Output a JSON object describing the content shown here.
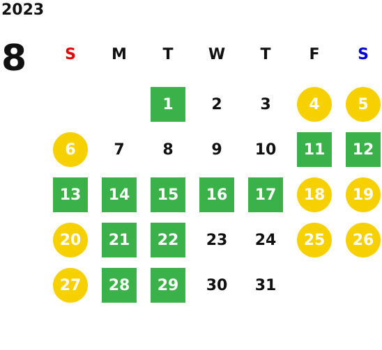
{
  "calendar": {
    "year": "2023",
    "month": "8",
    "weekdays": [
      "S",
      "M",
      "T",
      "W",
      "T",
      "F",
      "S"
    ],
    "weekday_colors": [
      "#e60000",
      "#111111",
      "#111111",
      "#111111",
      "#111111",
      "#111111",
      "#0000dd"
    ],
    "legend_colors": {
      "green": "#3bb14a",
      "yellow": "#f7d000"
    },
    "weeks": [
      [
        null,
        null,
        {
          "d": "1",
          "t": "green"
        },
        {
          "d": "2",
          "t": "plain"
        },
        {
          "d": "3",
          "t": "plain"
        },
        {
          "d": "4",
          "t": "yellow"
        },
        {
          "d": "5",
          "t": "yellow"
        }
      ],
      [
        {
          "d": "6",
          "t": "yellow"
        },
        {
          "d": "7",
          "t": "plain"
        },
        {
          "d": "8",
          "t": "plain"
        },
        {
          "d": "9",
          "t": "plain"
        },
        {
          "d": "10",
          "t": "plain"
        },
        {
          "d": "11",
          "t": "green"
        },
        {
          "d": "12",
          "t": "green"
        }
      ],
      [
        {
          "d": "13",
          "t": "green"
        },
        {
          "d": "14",
          "t": "green"
        },
        {
          "d": "15",
          "t": "green"
        },
        {
          "d": "16",
          "t": "green"
        },
        {
          "d": "17",
          "t": "green"
        },
        {
          "d": "18",
          "t": "yellow"
        },
        {
          "d": "19",
          "t": "yellow"
        }
      ],
      [
        {
          "d": "20",
          "t": "yellow"
        },
        {
          "d": "21",
          "t": "green"
        },
        {
          "d": "22",
          "t": "green"
        },
        {
          "d": "23",
          "t": "plain"
        },
        {
          "d": "24",
          "t": "plain"
        },
        {
          "d": "25",
          "t": "yellow"
        },
        {
          "d": "26",
          "t": "yellow"
        }
      ],
      [
        {
          "d": "27",
          "t": "yellow"
        },
        {
          "d": "28",
          "t": "green"
        },
        {
          "d": "29",
          "t": "green"
        },
        {
          "d": "30",
          "t": "plain"
        },
        {
          "d": "31",
          "t": "plain"
        },
        null,
        null
      ]
    ]
  }
}
